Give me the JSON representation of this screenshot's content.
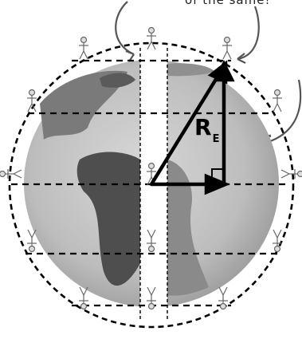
{
  "figure": {
    "top_caption": "of the same!",
    "radius_label": "R",
    "radius_subscript": "E"
  },
  "icons": {
    "person": "stick-figure-person-icon",
    "globe": "earth-globe-icon"
  },
  "colors": {
    "ink": "#000000",
    "globe_light": "#c9c9c9",
    "globe_dark": "#4a4a4a",
    "sketch_line": "#555555"
  }
}
